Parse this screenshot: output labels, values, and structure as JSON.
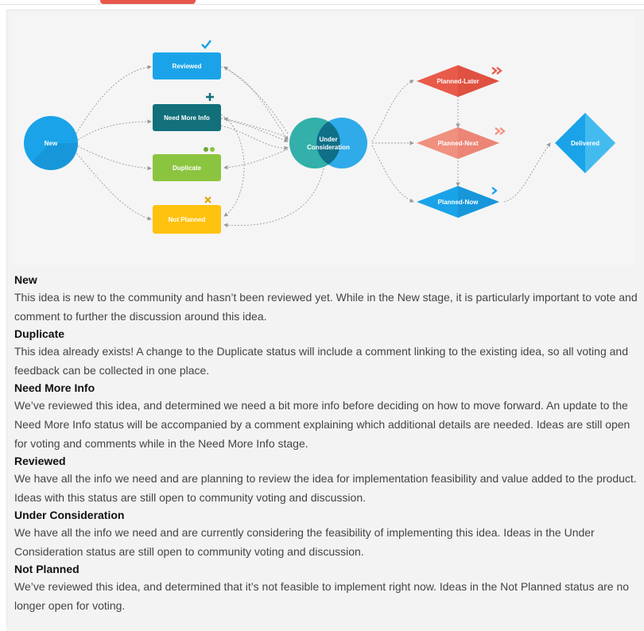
{
  "diagram": {
    "nodes": {
      "new": "New",
      "reviewed": "Reviewed",
      "need_more_info": "Need More Info",
      "duplicate": "Duplicate",
      "not_planned": "Not Planned",
      "under_consideration_line1": "Under",
      "under_consideration_line2": "Consideration",
      "planned_later": "Planned-Later",
      "planned_next": "Planned-Next",
      "planned_now": "Planned-Now",
      "delivered": "Delivered"
    },
    "colors": {
      "blue": "#1aa3e8",
      "teal": "#11707a",
      "green": "#8bc53f",
      "yellow": "#ffc20e",
      "red": "#e85a4a",
      "salmon": "#f0907f",
      "accent_tab": "#e9574a"
    },
    "icons": [
      "checkmark-icon",
      "plus-icon",
      "two-dots-icon",
      "x-mark-icon",
      "double-chevron-icon",
      "chevron-icon"
    ]
  },
  "sections": [
    {
      "title": "New",
      "body": "This idea is new to the community and hasn’t been reviewed yet. While in the New stage, it is particularly important to vote and comment to further the discussion around this idea."
    },
    {
      "title": "Duplicate",
      "body": "This idea already exists! A change to the Duplicate status will include a comment linking to the existing idea, so all voting and feedback can be collected in one place."
    },
    {
      "title": "Need More Info",
      "body": "We’ve reviewed this idea, and determined we need a bit more info before deciding on how to move forward. An update to the Need More Info status will be accompanied by a comment explaining which additional details are needed. Ideas are still open for voting and comments while in the Need More Info stage."
    },
    {
      "title": "Reviewed",
      "body": "We have all the info we need and are planning to review the idea for implementation feasibility and value added to the product. Ideas with this status are still open to community voting and discussion."
    },
    {
      "title": "Under Consideration",
      "body": "We have all the info we need and are currently considering the feasibility of implementing this idea. Ideas in the Under Consideration status are still open to community voting and discussion."
    },
    {
      "title": "Not Planned",
      "body": "We’ve reviewed this idea, and determined that it’s not feasible to implement right now. Ideas in the Not Planned status are no longer open for voting."
    }
  ]
}
